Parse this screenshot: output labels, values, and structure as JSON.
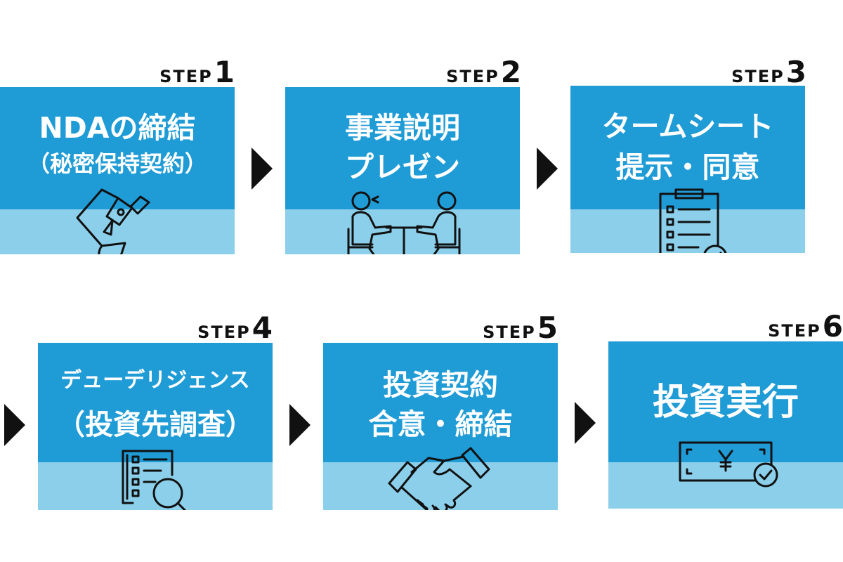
{
  "colors": {
    "card_top": "#1f9bd6",
    "card_bottom": "#8ccfea",
    "text": "#111111",
    "title_text": "#ffffff"
  },
  "steps": [
    {
      "label": "STEP",
      "number": "1",
      "title_line1": "NDAの締結",
      "title_line2": "（秘密保持契約）",
      "icon": "contract-pen-icon"
    },
    {
      "label": "STEP",
      "number": "2",
      "title_line1": "事業説明",
      "title_line2": "プレゼン",
      "icon": "meeting-icon"
    },
    {
      "label": "STEP",
      "number": "3",
      "title_line1": "タームシート",
      "title_line2": "提示・同意",
      "icon": "checklist-clipboard-icon"
    },
    {
      "label": "STEP",
      "number": "4",
      "title_line1": "デューデリジェンス",
      "title_line2": "（投資先調査）",
      "icon": "document-search-icon"
    },
    {
      "label": "STEP",
      "number": "5",
      "title_line1": "投資契約",
      "title_line2": "合意・締結",
      "icon": "handshake-icon"
    },
    {
      "label": "STEP",
      "number": "6",
      "title_line1": "投資実行",
      "title_line2": "",
      "icon": "yen-bill-check-icon"
    }
  ]
}
